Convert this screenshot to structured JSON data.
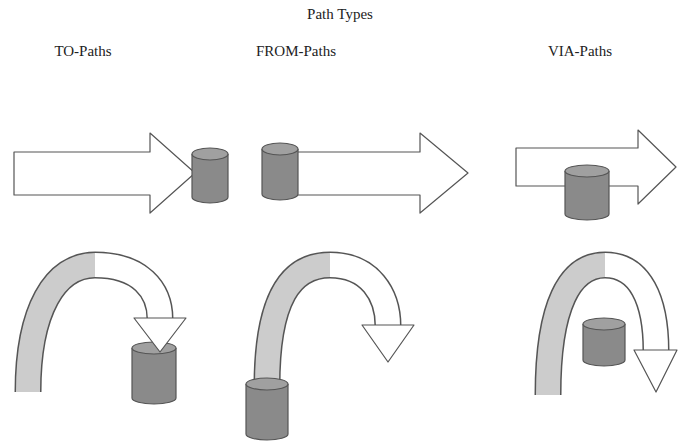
{
  "diagram": {
    "title": "Path Types",
    "labels": [
      "TO-Paths",
      "FROM-Paths",
      "VIA-Paths"
    ]
  }
}
